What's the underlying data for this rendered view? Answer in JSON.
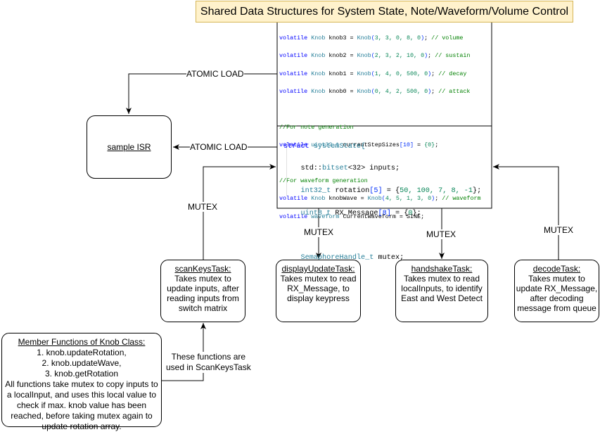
{
  "title": "Shared Data Structures for System State, Note/Waveform/Volume Control",
  "code_block": {
    "knob3": {
      "kw": "volatile",
      "type": "Knob",
      "name": " knob3 = ",
      "ctor": "Knob",
      "open": "(",
      "args": "3, 3, 0, 8, 0",
      "close": ")",
      "end": "; ",
      "comment": "// volume"
    },
    "knob2": {
      "kw": "volatile",
      "type": "Knob",
      "name": " knob2 = ",
      "ctor": "Knob",
      "open": "(",
      "args": "2, 3, 2, 10, 0",
      "close": ")",
      "end": "; ",
      "comment": "// sustain"
    },
    "knob1": {
      "kw": "volatile",
      "type": "Knob",
      "name": " knob1 = ",
      "ctor": "Knob",
      "open": "(",
      "args": "1, 4, 0, 500, 0",
      "close": ")",
      "end": "; ",
      "comment": "// decay"
    },
    "knob0": {
      "kw": "volatile",
      "type": "Knob",
      "name": " knob0 = ",
      "ctor": "Knob",
      "open": "(",
      "args": "0, 4, 2, 500, 0",
      "close": ")",
      "end": "; ",
      "comment": "// attack"
    },
    "note_comment": "//For note generation",
    "step_sizes": {
      "kw": "volatile",
      "type": "uint32_t",
      "name": " currentStepSizes",
      "bracket": "[10]",
      "eq": " = ",
      "val": "{0}",
      "end": ";"
    },
    "wave_comment": "//For waveform generation",
    "knob_wave": {
      "kw": "volatile",
      "type": "Knob",
      "name": " knobWave = ",
      "ctor": "Knob",
      "open": "(",
      "args": "4, 5, 1, 3, 0",
      "close": ")",
      "end": "; ",
      "comment": "// waveform"
    },
    "current_wave": {
      "kw": "volatile",
      "type": "waveform",
      "name": " CurrentWaveform = SINE;"
    }
  },
  "struct_block": {
    "l1_kw": "struct",
    "l1_name": " systemState{",
    "l2_a": "std::",
    "l2_type": "bitset",
    "l2_b": "<32> inputs;",
    "l3_type": "int32_t",
    "l3_name": " rotation",
    "l3_idx": "[5]",
    "l3_eq": " = {",
    "l3_vals": "50, 100, 7, 8, -1",
    "l3_end": "};",
    "l4_type": "uint8_t",
    "l4_name": " RX_Message",
    "l4_idx": "[8]",
    "l4_eq": " = {",
    "l4_val": "0",
    "l4_end": "};",
    "l5_type": "SemaphoreHandle_t",
    "l5_name": " mutex;",
    "l6": "};"
  },
  "sample_isr": "sample ISR",
  "labels": {
    "atomic_load_1": "ATOMIC LOAD",
    "atomic_load_2": "ATOMIC LOAD",
    "mutex_scan": "MUTEX",
    "mutex_display": "MUTEX",
    "mutex_handshake": "MUTEX",
    "mutex_decode": "MUTEX",
    "functions_used_1": "These functions are",
    "functions_used_2": "used in ScanKeysTask"
  },
  "tasks": {
    "scan": {
      "title": "scanKeysTask:",
      "lines": [
        "Takes mutex to",
        "update inputs, after",
        "reading inputs from",
        "switch matrix"
      ]
    },
    "display": {
      "title": "displayUpdateTask:",
      "lines": [
        "Takes mutex to read",
        "RX_Message, to",
        "display keypress"
      ]
    },
    "handshake": {
      "title": "handshakeTask:",
      "lines": [
        "Takes mutex to read",
        "localInputs, to identify",
        "East and West Detect"
      ]
    },
    "decode": {
      "title": "decodeTask:",
      "lines": [
        "Takes mutex to",
        "update RX_Message,",
        "after decoding",
        "message from queue"
      ]
    }
  },
  "knob_class": {
    "title": "Member Functions of Knob Class:",
    "lines": [
      "1. knob.updateRotation,",
      "2. knob.updateWave,",
      "3. knob.getRotation",
      "All functions take mutex to copy inputs to",
      "a localInput, and uses this local value to",
      "check if max. knob value has been",
      "reached, before taking mutex again to",
      "update rotation array."
    ]
  }
}
